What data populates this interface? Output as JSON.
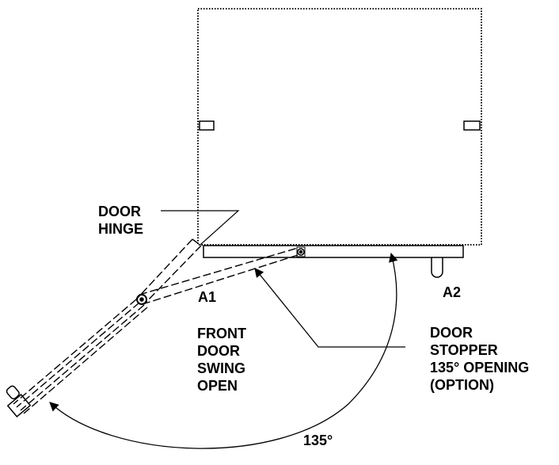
{
  "labels": {
    "door_hinge": [
      "DOOR",
      "HINGE"
    ],
    "a1": "A1",
    "a2": "A2",
    "front_door": [
      "FRONT",
      "DOOR",
      "SWING",
      "OPEN"
    ],
    "door_stopper": [
      "DOOR",
      "STOPPER",
      "135° OPENING",
      "(OPTION)"
    ],
    "angle": "135°"
  }
}
